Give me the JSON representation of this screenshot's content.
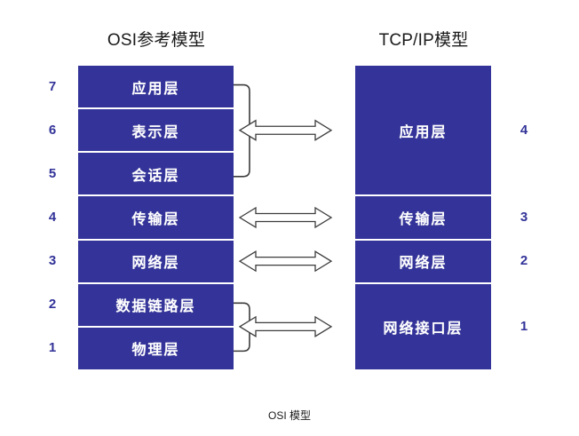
{
  "caption": "OSI 模型",
  "colors": {
    "box_fill": "#333399",
    "box_text": "#ffffff",
    "number": "#333399",
    "title_text": "#1a1a1a",
    "arrow_outline": "#3c3c3c",
    "arrow_fill": "#ffffff",
    "bracket": "#3c3c3c",
    "background": "#ffffff"
  },
  "osi": {
    "title": "OSI参考模型",
    "layers": [
      {
        "num": "7",
        "label": "应用层"
      },
      {
        "num": "6",
        "label": "表示层"
      },
      {
        "num": "5",
        "label": "会话层"
      },
      {
        "num": "4",
        "label": "传输层"
      },
      {
        "num": "3",
        "label": "网络层"
      },
      {
        "num": "2",
        "label": "数据链路层"
      },
      {
        "num": "1",
        "label": "物理层"
      }
    ]
  },
  "tcpip": {
    "title": "TCP/IP模型",
    "layers": [
      {
        "num": "4",
        "label": "应用层",
        "spans": 3
      },
      {
        "num": "3",
        "label": "传输层",
        "spans": 1
      },
      {
        "num": "2",
        "label": "网络层",
        "spans": 1
      },
      {
        "num": "1",
        "label": "网络接口层",
        "spans": 2
      }
    ]
  },
  "connectors": [
    {
      "name": "application-group-arrow",
      "bracket": true,
      "osi_layers": [
        "应用层",
        "表示层",
        "会话层"
      ],
      "tcpip_layer": "应用层"
    },
    {
      "name": "transport-arrow",
      "bracket": false,
      "osi_layers": [
        "传输层"
      ],
      "tcpip_layer": "传输层"
    },
    {
      "name": "network-arrow",
      "bracket": false,
      "osi_layers": [
        "网络层"
      ],
      "tcpip_layer": "网络层"
    },
    {
      "name": "network-interface-group-arrow",
      "bracket": true,
      "osi_layers": [
        "数据链路层",
        "物理层"
      ],
      "tcpip_layer": "网络接口层"
    }
  ]
}
